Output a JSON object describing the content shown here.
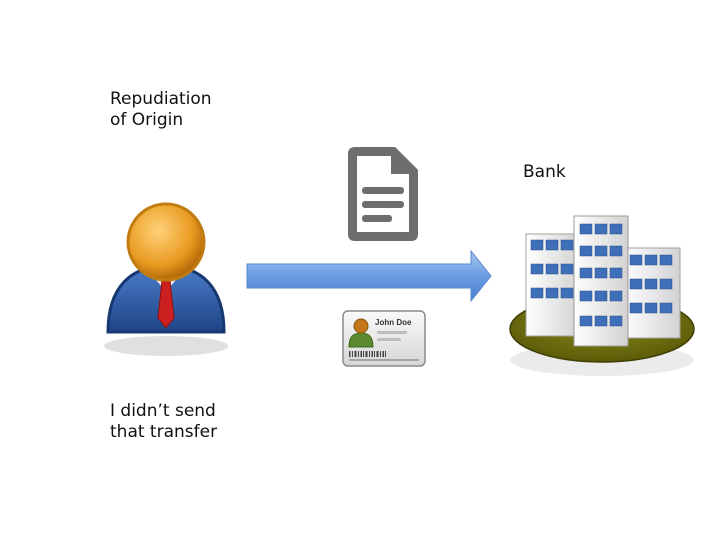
{
  "slide": {
    "heading_lines": [
      "Repudiation",
      "of Origin"
    ],
    "bank_label": "Bank",
    "quote_lines": [
      "I didn’t send",
      "that transfer"
    ],
    "id_card_name": "John Doe"
  },
  "icons": {
    "user": "user-icon",
    "document": "document-icon",
    "arrow": "arrow-right-icon",
    "id_card": "id-card-icon",
    "bank": "bank-building-icon"
  },
  "colors": {
    "arrow_fill": "#6f9fe4",
    "document_gray": "#6e6e6e",
    "suit_blue": "#2c5aa0",
    "head_orange": "#e89a20",
    "tie_red": "#cc2020",
    "bank_ground": "#6b6b10",
    "window_blue": "#3e6fb8"
  }
}
